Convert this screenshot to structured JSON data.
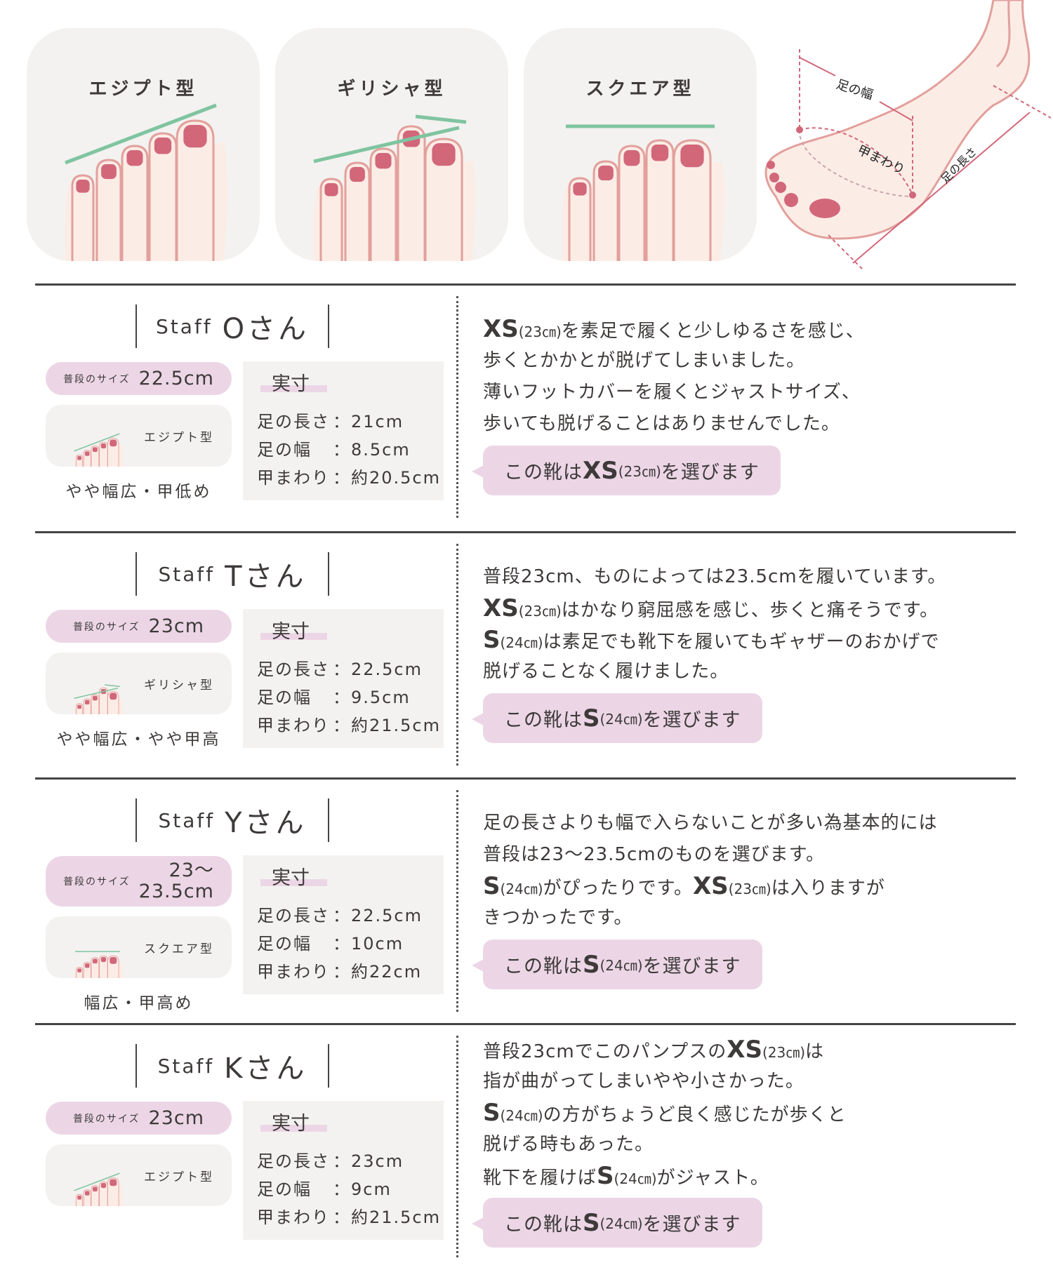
{
  "colors": {
    "pink": "#ecd6e6",
    "gray": "#f3f2f0",
    "nail": "#d2677a",
    "toe_line": "#e2a09c",
    "shape_line": "#7fc4a0",
    "text": "#3d3a39"
  },
  "toe_types": [
    {
      "key": "egypt",
      "label": "エジプト型"
    },
    {
      "key": "greek",
      "label": "ギリシャ型"
    },
    {
      "key": "square",
      "label": "スクエア型"
    }
  ],
  "foot_diagram": {
    "width_label": "足の幅",
    "instep_label": "甲まわり",
    "length_label": "足の長さ"
  },
  "sections": [
    {
      "staff": "Staff",
      "initial": "O",
      "suffix": "さん",
      "usual_label": "普段のサイズ",
      "usual_size": "22.5cm",
      "toe_type": "egypt",
      "toe_type_label": "エジプト型",
      "foot_desc": "やや幅広・甲低め",
      "measure_title": "実寸",
      "measures": [
        {
          "k": "足の長さ",
          "v": "：21cm"
        },
        {
          "k": "足の幅",
          "v": "：8.5cm"
        },
        {
          "k": "甲まわり",
          "v": "：約20.5cm"
        }
      ],
      "comment": [
        [
          {
            "text": "XS",
            "style": "b"
          },
          {
            "text": "(23㎝)",
            "style": "s"
          },
          {
            "text": "を素足で履くと少しゆるさを感じ、",
            "style": ""
          }
        ],
        [
          {
            "text": "歩くとかかとが脱げてしまいました。",
            "style": ""
          }
        ],
        [
          {
            "text": "薄いフットカバーを履くとジャストサイズ、",
            "style": ""
          }
        ],
        [
          {
            "text": "歩いても脱げることはありませんでした。",
            "style": ""
          }
        ]
      ],
      "verdict": [
        {
          "text": "この靴は",
          "style": ""
        },
        {
          "text": "XS",
          "style": "b"
        },
        {
          "text": "(23㎝)",
          "style": "s"
        },
        {
          "text": "を選びます",
          "style": ""
        }
      ]
    },
    {
      "staff": "Staff",
      "initial": "T",
      "suffix": "さん",
      "usual_label": "普段のサイズ",
      "usual_size": "23cm",
      "toe_type": "greek",
      "toe_type_label": "ギリシャ型",
      "foot_desc": "やや幅広・やや甲高",
      "measure_title": "実寸",
      "measures": [
        {
          "k": "足の長さ",
          "v": "：22.5cm"
        },
        {
          "k": "足の幅",
          "v": "：9.5cm"
        },
        {
          "k": "甲まわり",
          "v": "：約21.5cm"
        }
      ],
      "comment": [
        [
          {
            "text": "普段23cm、ものによっては23.5cmを履いています。",
            "style": ""
          }
        ],
        [
          {
            "text": "XS",
            "style": "b"
          },
          {
            "text": "(23㎝)",
            "style": "s"
          },
          {
            "text": "はかなり窮屈感を感じ、歩くと痛そうです。",
            "style": ""
          }
        ],
        [
          {
            "text": "S",
            "style": "b"
          },
          {
            "text": "(24㎝)",
            "style": "s"
          },
          {
            "text": "は素足でも靴下を履いてもギャザーのおかげで",
            "style": ""
          }
        ],
        [
          {
            "text": "脱げることなく履けました。",
            "style": ""
          }
        ]
      ],
      "verdict": [
        {
          "text": "この靴は",
          "style": ""
        },
        {
          "text": "S",
          "style": "b"
        },
        {
          "text": "(24㎝)",
          "style": "s"
        },
        {
          "text": "を選びます",
          "style": ""
        }
      ]
    },
    {
      "staff": "Staff",
      "initial": "Y",
      "suffix": "さん",
      "usual_label": "普段のサイズ",
      "usual_size": "23～\n23.5cm",
      "toe_type": "square",
      "toe_type_label": "スクエア型",
      "foot_desc": "幅広・甲高め",
      "measure_title": "実寸",
      "measures": [
        {
          "k": "足の長さ",
          "v": "：22.5cm"
        },
        {
          "k": "足の幅",
          "v": "：10cm"
        },
        {
          "k": "甲まわり",
          "v": "：約22cm"
        }
      ],
      "comment": [
        [
          {
            "text": "足の長さよりも幅で入らないことが多い為基本的には",
            "style": ""
          }
        ],
        [
          {
            "text": "普段は23～23.5cmのものを選びます。",
            "style": ""
          }
        ],
        [
          {
            "text": "S",
            "style": "b"
          },
          {
            "text": "(24㎝)",
            "style": "s"
          },
          {
            "text": "がぴったりです。",
            "style": ""
          },
          {
            "text": "XS",
            "style": "b"
          },
          {
            "text": "(23㎝)",
            "style": "s"
          },
          {
            "text": "は入りますが",
            "style": ""
          }
        ],
        [
          {
            "text": "きつかったです。",
            "style": ""
          }
        ]
      ],
      "verdict": [
        {
          "text": "この靴は",
          "style": ""
        },
        {
          "text": "S",
          "style": "b"
        },
        {
          "text": "(24㎝)",
          "style": "s"
        },
        {
          "text": "を選びます",
          "style": ""
        }
      ]
    },
    {
      "staff": "Staff",
      "initial": "K",
      "suffix": "さん",
      "usual_label": "普段のサイズ",
      "usual_size": "23cm",
      "toe_type": "egypt",
      "toe_type_label": "エジプト型",
      "foot_desc": "",
      "measure_title": "実寸",
      "measures": [
        {
          "k": "足の長さ",
          "v": "：23cm"
        },
        {
          "k": "足の幅",
          "v": "：9cm"
        },
        {
          "k": "甲まわり",
          "v": "：約21.5cm"
        }
      ],
      "comment": [
        [
          {
            "text": "普段23cmでこのパンプスの",
            "style": ""
          },
          {
            "text": "XS",
            "style": "b"
          },
          {
            "text": "(23㎝)",
            "style": "s"
          },
          {
            "text": "は",
            "style": ""
          }
        ],
        [
          {
            "text": "指が曲がってしまいやや小さかった。",
            "style": ""
          }
        ],
        [
          {
            "text": "S",
            "style": "b"
          },
          {
            "text": "(24㎝)",
            "style": "s"
          },
          {
            "text": "の方がちょうど良く感じたが歩くと",
            "style": ""
          }
        ],
        [
          {
            "text": "脱げる時もあった。",
            "style": ""
          }
        ],
        [
          {
            "text": "靴下を履けば",
            "style": ""
          },
          {
            "text": "S",
            "style": "b"
          },
          {
            "text": "(24㎝)",
            "style": "s"
          },
          {
            "text": "がジャスト。",
            "style": ""
          }
        ]
      ],
      "verdict": [
        {
          "text": "この靴は",
          "style": ""
        },
        {
          "text": "S",
          "style": "b"
        },
        {
          "text": "(24㎝)",
          "style": "s"
        },
        {
          "text": "を選びます",
          "style": ""
        }
      ]
    }
  ]
}
